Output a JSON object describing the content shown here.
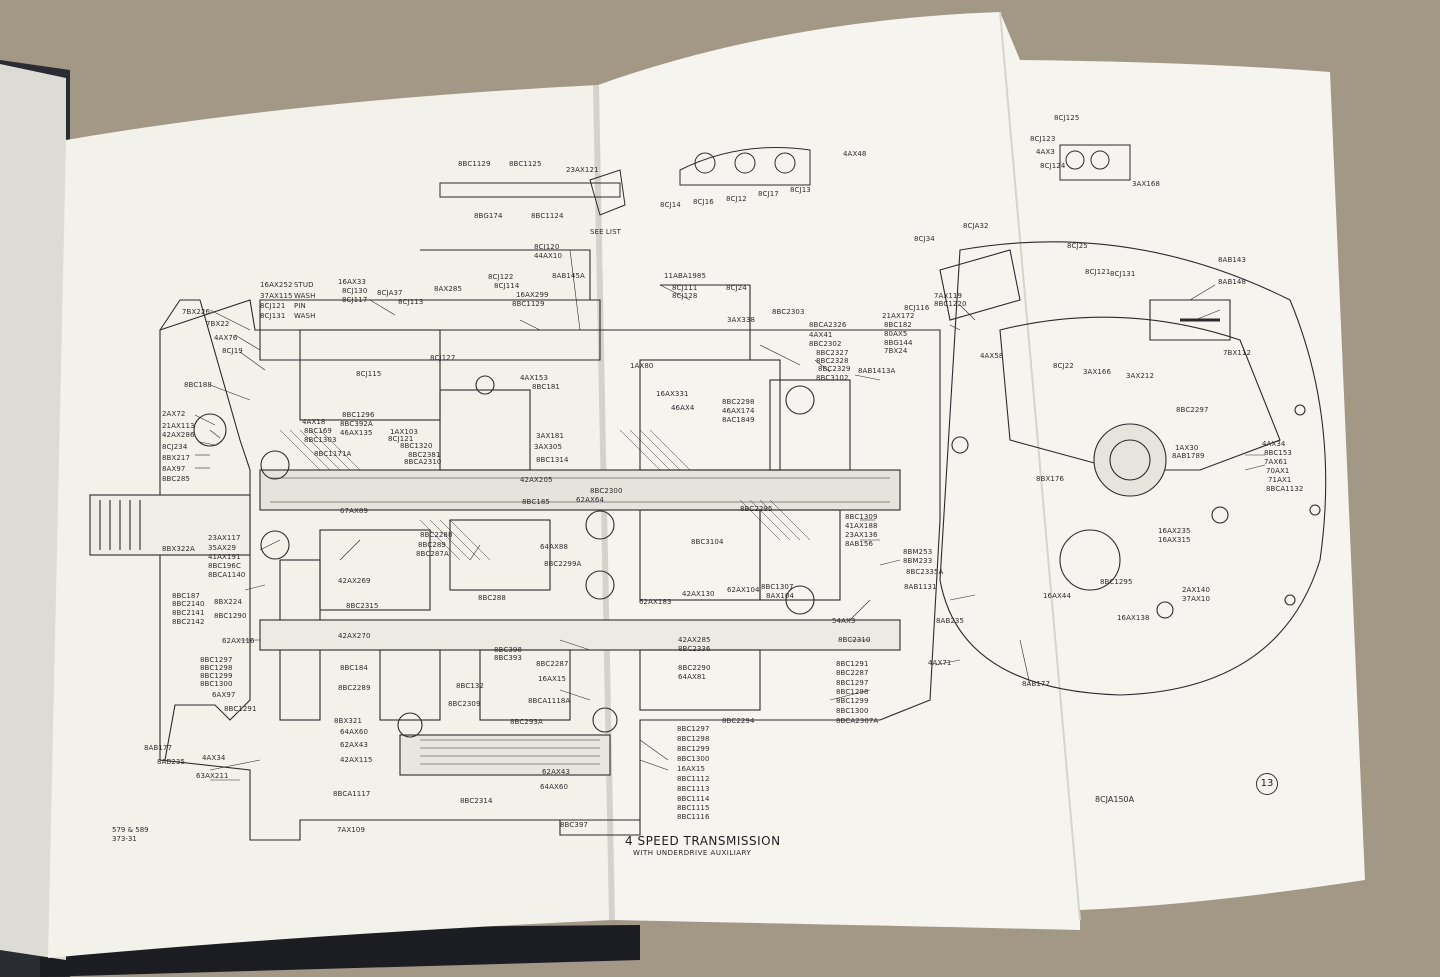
{
  "figure": {
    "title": "4 SPEED TRANSMISSION",
    "subtitle": "WITH UNDERDRIVE AUXILIARY",
    "page_number": "13",
    "plate_number": "8CJA150A",
    "model_codes": [
      "579 & 589",
      "373-31"
    ]
  },
  "colors": {
    "background": "#a59a8c",
    "paper": "#f3f2ec",
    "ink": "#2c2c2e"
  },
  "part_labels": [
    "8BC1129",
    "8BC1125",
    "23AX121",
    "8BG174",
    "8BC1124",
    "SEE LIST",
    "8CJ14",
    "8CJ16",
    "8CJ12",
    "8CJ17",
    "8CJ13",
    "4AX48",
    "8CJ125",
    "8CJ123",
    "4AX3",
    "8CJ124",
    "3AX168",
    "8CJ120",
    "44AX10",
    "11ABA1985",
    "8CJ24",
    "8AB145A",
    "16AX252",
    "STUD",
    "37AX115",
    "WASH",
    "8CJ121",
    "PIN",
    "8CJ131",
    "WASH",
    "16AX33",
    "8CJ130",
    "8CJ117",
    "8CJA37",
    "8CJ113",
    "8AX285",
    "8CJ122",
    "8CJ114",
    "16AX299",
    "8BC1129",
    "8CJ111",
    "8CJ128",
    "7BX226",
    "7BX22",
    "4AX76",
    "8CJ19",
    "8BC188",
    "8CJ115",
    "8CJ127",
    "4AX153",
    "8BC181",
    "2AX72",
    "21AX113",
    "42AX286",
    "8CJ234",
    "8BX217",
    "8AX97",
    "8BC285",
    "4AX18",
    "8BC169",
    "8BC1303",
    "8BC1296",
    "8BC392A",
    "46AX135",
    "1AX103",
    "8CJ121",
    "8BC1320",
    "8BC2381",
    "8BCA2310",
    "8BC1171A",
    "3AX181",
    "3AX305",
    "8BC1314",
    "42AX205",
    "67AX89",
    "8BC185",
    "8BC2300",
    "62AX64",
    "8BX322A",
    "23AX117",
    "35AX29",
    "41AX191",
    "8BC196C",
    "8BCA1140",
    "8BC2288",
    "8BC289",
    "8BC287A",
    "64AX88",
    "8BC2299A",
    "8BC187",
    "8BC2140",
    "8BC2141",
    "8BC2142",
    "8BX224",
    "8BC1290",
    "42AX269",
    "8BC2315",
    "8BC288",
    "42AX270",
    "62AX116",
    "8BC1297",
    "8BC1298",
    "8BC1299",
    "8BC1300",
    "6AX97",
    "8BC1291",
    "8BC184",
    "8BC2289",
    "8BC398",
    "8BC393",
    "8BC2287",
    "16AX15",
    "8BC132",
    "8BX321",
    "64AX60",
    "62AX43",
    "42AX115",
    "8BC2309",
    "8BCA1118A",
    "8BC293A",
    "8AB177",
    "8AB235",
    "4AX34",
    "63AX211",
    "8BCA1117",
    "8BC2314",
    "62AX43",
    "64AX60",
    "8BC397",
    "7AX109",
    "1AX80",
    "16AX331",
    "46AX4",
    "3AX338",
    "8BC2303",
    "8BCA2326",
    "4AX41",
    "8BC2302",
    "8BC2327",
    "8BC2328",
    "8BC2329",
    "8BC3102",
    "8BC2298",
    "46AX174",
    "8AC1849",
    "8AB1413A",
    "8BC2295",
    "8BC1309",
    "41AX188",
    "23AX136",
    "8AB156",
    "8BC3104",
    "62AX183",
    "42AX130",
    "62AX104",
    "8BC1307",
    "8AX104",
    "8BM253",
    "8BM233",
    "8BC2335A",
    "8AB1131",
    "42AX285",
    "8BC2336",
    "8BC2290",
    "64AX81",
    "54AX3",
    "8BC2310",
    "8BC1291",
    "8BC2287",
    "8BC1297",
    "8BC1298",
    "8BC1299",
    "8BC1300",
    "8BCA2307A",
    "8BC2294",
    "8BC1297",
    "8BC1298",
    "8BC1299",
    "8BC1300",
    "16AX15",
    "8BC1112",
    "8BC1113",
    "8BC1114",
    "8BC1115",
    "8BC1116",
    "8CJ34",
    "8CJA32",
    "8CJ25",
    "8CJ121",
    "8CJ131",
    "8AB143",
    "8AB148",
    "8CJ116",
    "7AX119",
    "8BC1220",
    "21AX172",
    "8BC182",
    "80AX5",
    "8BG144",
    "7BX24",
    "4AX58",
    "8CJ22",
    "3AX166",
    "3AX212",
    "7BX112",
    "8BC2297",
    "1AX30",
    "8AB1789",
    "4AX34",
    "8BC153",
    "7AX61",
    "70AX1",
    "71AX1",
    "8BCA1132",
    "16AX235",
    "16AX315",
    "8BC1295",
    "16AX138",
    "2AX140",
    "37AX10",
    "8AB235",
    "4AX71",
    "8AB177",
    "8BX176",
    "16AX44"
  ]
}
